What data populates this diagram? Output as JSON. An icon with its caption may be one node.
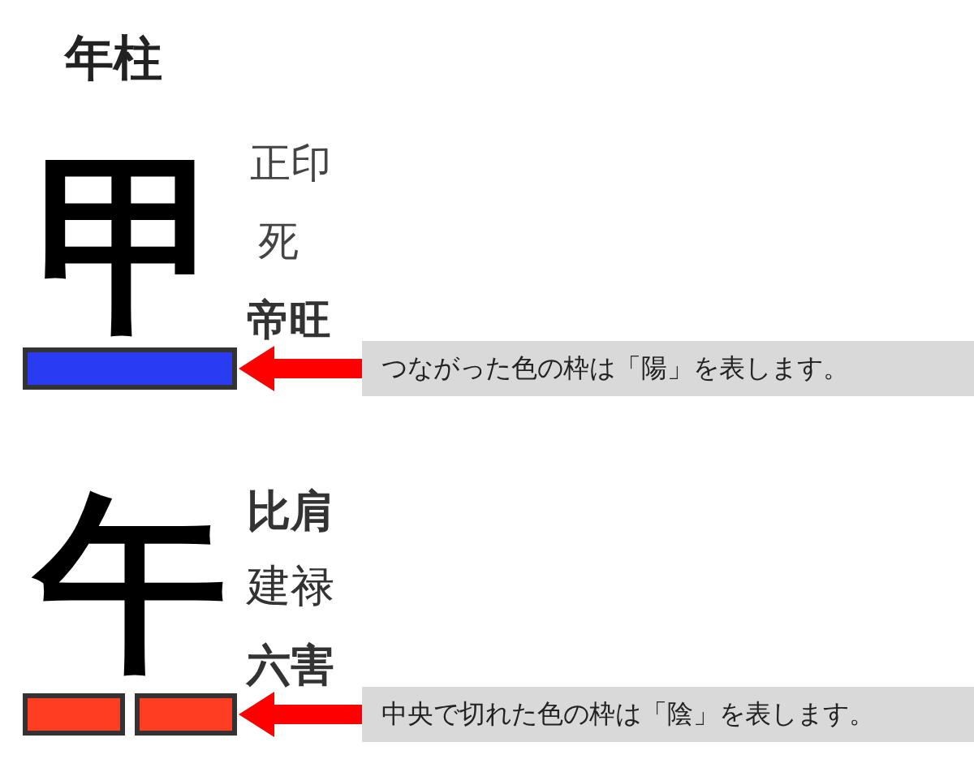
{
  "diagram": {
    "title": "年柱",
    "nodes": [
      {
        "text": [],
        "shape": "bar"
      },
      {
        "text": [
          "つながった色の枠は「陽」を表します。"
        ]
      },
      {
        "text": [],
        "shape": "bar"
      },
      {
        "text": [
          "中央で切れた色の枠は「陰」を表します。"
        ]
      }
    ],
    "edges": [
      {
        "from": 1,
        "to": 0,
        "arrow": "to"
      },
      {
        "from": 3,
        "to": 2,
        "arrow": "to"
      }
    ],
    "labels": [
      "甲",
      "正印",
      "死",
      "帝旺",
      "午",
      "比肩",
      "建禄",
      "六害"
    ]
  }
}
